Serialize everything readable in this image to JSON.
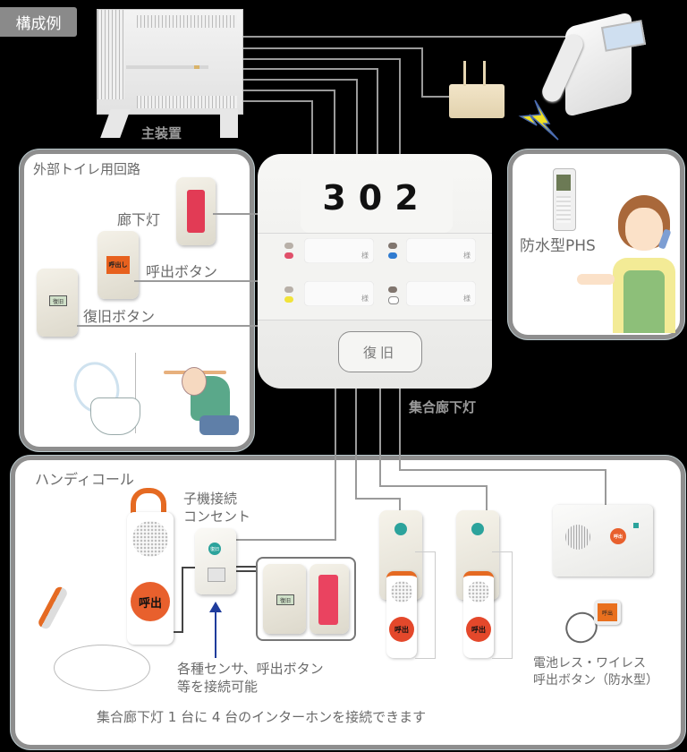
{
  "header": {
    "title": "構成例"
  },
  "main_unit": {
    "label": "主装置"
  },
  "outdoor_toilet": {
    "title": "外部トイレ用回路",
    "items": [
      {
        "label": "廊下灯"
      },
      {
        "label": "呼出ボタン",
        "plate_text": "呼出し"
      },
      {
        "label": "復旧ボタン",
        "plate_text": "復旧"
      }
    ]
  },
  "corridor_light": {
    "label": "集合廊下灯",
    "room_number": "302",
    "slots": [
      {
        "suffix": "様",
        "led_color": "#e0506a"
      },
      {
        "suffix": "様",
        "led_color": "#2f7bd0"
      },
      {
        "suffix": "様",
        "led_color": "#f1e33a"
      },
      {
        "suffix": "様",
        "led_color": "#ffffff"
      }
    ],
    "restore_button": "復旧"
  },
  "phs": {
    "label": "防水型PHS"
  },
  "handy_call": {
    "title": "ハンディコール",
    "call_button": "呼出",
    "outlet_label_line1": "子機接続",
    "outlet_label_line2": "コンセント",
    "outlet_badge": "復旧",
    "sensor_note_line1": "各種センサ、呼出ボタン",
    "sensor_note_line2": "等を接続可能",
    "sub_restore": "復旧",
    "footer_note": "集合廊下灯 1 台に 4 台のインターホンを接続できます",
    "wireless_label_line1": "電池レス・ワイレス",
    "wireless_label_line2": "呼出ボタン（防水型）",
    "wireless_button": "呼出",
    "intercom_button": "呼出"
  },
  "colors": {
    "background": "#000000",
    "panel_border": "#8e8e8e",
    "wire": "#9a9a9a",
    "call_orange": "#e8602d",
    "lamp_red": "#e23b55",
    "arrow_blue": "#1f3c9c"
  }
}
